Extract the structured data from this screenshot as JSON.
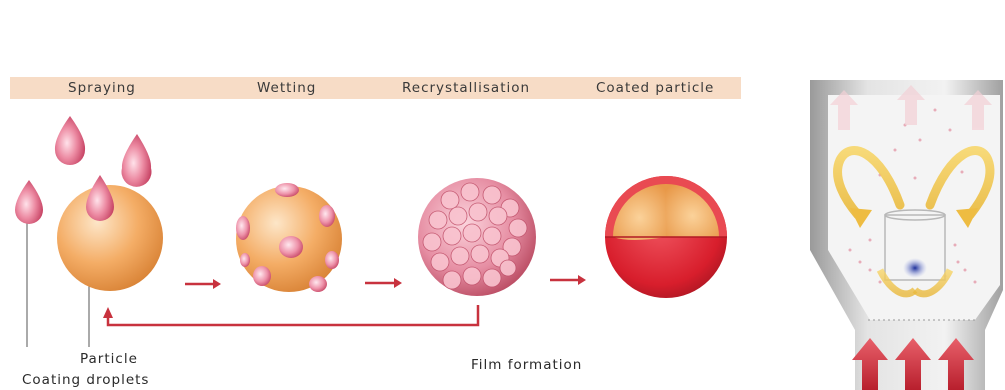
{
  "stages": [
    {
      "label": "Spraying"
    },
    {
      "label": "Wetting"
    },
    {
      "label": "Recrystallisation"
    },
    {
      "label": "Coated particle"
    }
  ],
  "labels": {
    "particle": "Particle",
    "coating_droplets": "Coating droplets",
    "film_formation": "Film formation"
  },
  "colors": {
    "band": "#f7dcc6",
    "arrow": "#c8323e",
    "particle": "#f2a65c",
    "droplet": "#e06a85",
    "coat": "#d81e2c"
  }
}
